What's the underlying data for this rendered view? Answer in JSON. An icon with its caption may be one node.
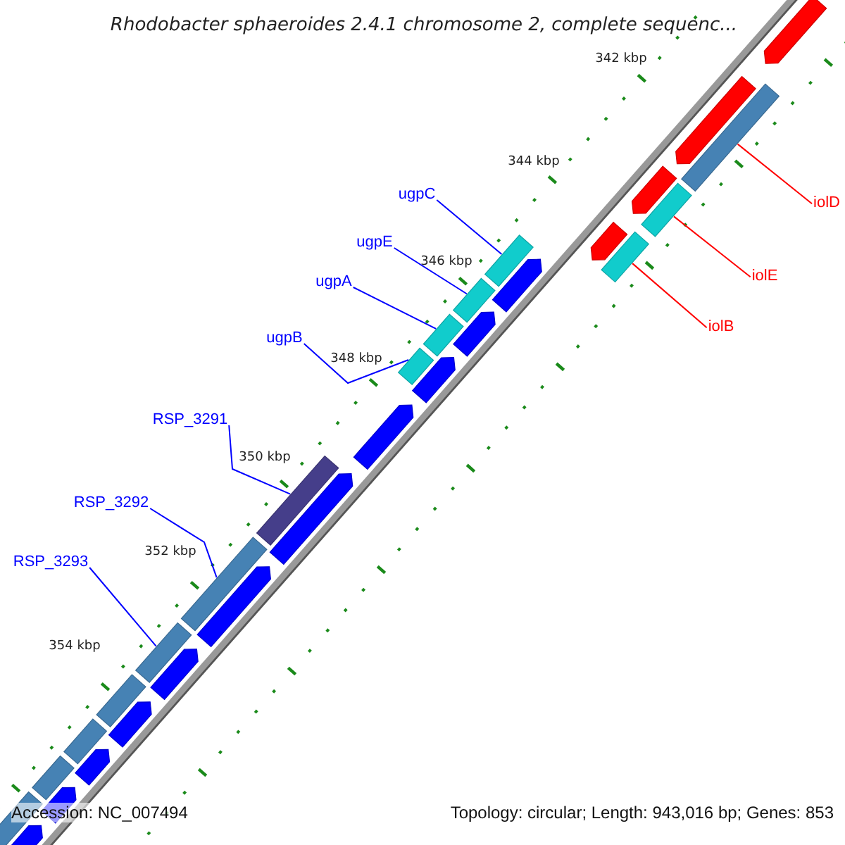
{
  "diagram": {
    "title": "Rhodobacter sphaeroides 2.4.1 chromosome 2, complete sequenc...",
    "nodes": [
      {
        "text": [
          "ugpC"
        ]
      },
      {
        "text": [
          "ugpE"
        ]
      },
      {
        "text": [
          "ugpA"
        ]
      },
      {
        "text": [
          "ugpB"
        ]
      },
      {
        "text": [
          "RSP_3291"
        ]
      },
      {
        "text": [
          "RSP_3292"
        ]
      },
      {
        "text": [
          "RSP_3293"
        ]
      },
      {
        "text": [
          "iolD"
        ]
      },
      {
        "text": [
          "iolE"
        ]
      },
      {
        "text": [
          "iolB"
        ]
      },
      {
        "text": [],
        "shape": "bar"
      },
      {
        "text": [],
        "shape": "bar"
      },
      {
        "text": [],
        "shape": "bar"
      },
      {
        "text": [],
        "shape": "bar"
      },
      {
        "text": [],
        "shape": "bar"
      },
      {
        "text": [],
        "shape": "bar"
      },
      {
        "text": [],
        "shape": "bar"
      },
      {
        "text": [],
        "shape": "bar"
      },
      {
        "text": [],
        "shape": "bar"
      },
      {
        "text": [],
        "shape": "bar"
      },
      {
        "text": [],
        "shape": "pentagon"
      },
      {
        "text": [],
        "shape": "pentagon"
      },
      {
        "text": [],
        "shape": "pentagon"
      },
      {
        "text": [],
        "shape": "pentagon"
      },
      {
        "text": [],
        "shape": "pentagon"
      },
      {
        "text": [],
        "shape": "pentagon"
      },
      {
        "text": [],
        "shape": "pentagon"
      },
      {
        "text": [],
        "shape": "pentagon"
      },
      {
        "text": [],
        "shape": "pentagon"
      },
      {
        "text": [],
        "shape": "pentagon"
      },
      {
        "text": [],
        "shape": "pentagon"
      },
      {
        "text": [],
        "shape": "bar"
      },
      {
        "text": [],
        "shape": "pentagon"
      },
      {
        "text": [],
        "shape": "bar"
      },
      {
        "text": [],
        "shape": "pentagon"
      },
      {
        "text": [],
        "shape": "bar"
      },
      {
        "text": [],
        "shape": "pentagon"
      },
      {
        "text": [],
        "shape": "bar"
      },
      {
        "text": [],
        "shape": "pentagon"
      }
    ],
    "edges": [
      {
        "from": 0,
        "to": 10,
        "arrow": "none"
      },
      {
        "from": 1,
        "to": 11,
        "arrow": "none"
      },
      {
        "from": 2,
        "to": 12,
        "arrow": "none"
      },
      {
        "from": 3,
        "to": 13,
        "arrow": "none"
      },
      {
        "from": 4,
        "to": 14,
        "arrow": "none"
      },
      {
        "from": 5,
        "to": 15,
        "arrow": "none"
      },
      {
        "from": 6,
        "to": 16,
        "arrow": "none"
      },
      {
        "from": 7,
        "to": 17,
        "arrow": "none",
        "color": "#ff0000"
      },
      {
        "from": 8,
        "to": 18,
        "arrow": "none",
        "color": "#ff0000"
      },
      {
        "from": 9,
        "to": 19,
        "arrow": "none",
        "color": "#ff0000"
      }
    ],
    "labels": [
      "342 kbp",
      "344 kbp",
      "346 kbp",
      "348 kbp",
      "350 kbp",
      "352 kbp",
      "354 kbp",
      "Accession: NC_007494",
      "Topology: circular; Length: 943,016 bp; Genes: 853"
    ]
  }
}
